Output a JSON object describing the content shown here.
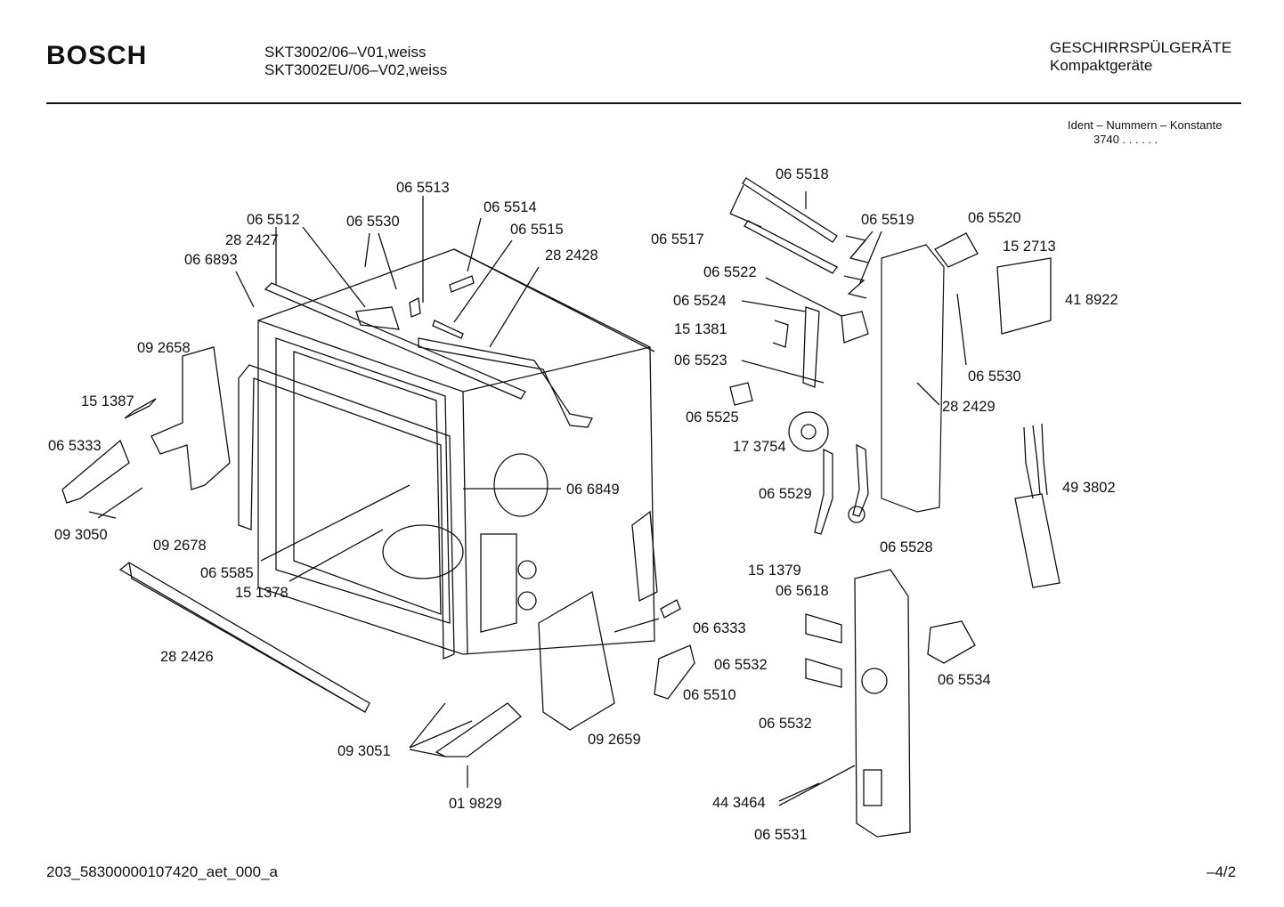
{
  "header": {
    "brand": "BOSCH",
    "model_line_1": "SKT3002/06–V01,weiss",
    "model_line_2": "SKT3002EU/06–V02,weiss",
    "category_line_1": "GESCHIRRSPÜLGERÄTE",
    "category_line_2": "Kompaktgeräte"
  },
  "ident": {
    "label": "Ident – Nummern – Konstante",
    "code": "3740  .  .   .  .  .  ."
  },
  "footer": {
    "document_id": "203_58300000107420_aet_000_a",
    "page": "–4/2"
  },
  "part_labels": [
    "06 5513",
    "06 5514",
    "06 5512",
    "06 5530",
    "06 5515",
    "28 2427",
    "28 2428",
    "06 6893",
    "09 2658",
    "15 1387",
    "06 5333",
    "09 3050",
    "09 2678",
    "06 5585",
    "15 1378",
    "06 6849",
    "28 2426",
    "09 3051",
    "01 9829",
    "09 2659",
    "06 6333",
    "06 5510",
    "06 5518",
    "06 5517",
    "06 5519",
    "06 5520",
    "15 2713",
    "41 8922",
    "06 5522",
    "06 5524",
    "15 1381",
    "06 5523",
    "06 5530",
    "06 5525",
    "28 2429",
    "17 3754",
    "49 3802",
    "06 5529",
    "06 5528",
    "15 1379",
    "06 5618",
    "06 5532",
    "06 5534",
    "06 5532",
    "44 3464",
    "06 5531"
  ]
}
